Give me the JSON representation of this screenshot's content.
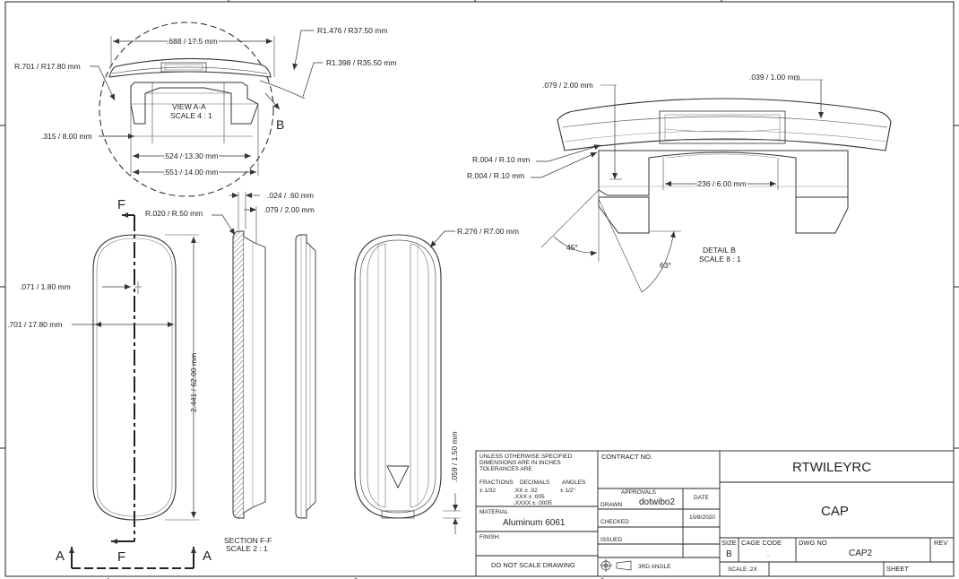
{
  "view_aa": {
    "title": "VIEW A-A",
    "scale": "SCALE 4 : 1",
    "dims": {
      "top_width": ".688 / 17.5 mm",
      "r_outer": "R1.476 / R37.50 mm",
      "r_inner": "R1.398 / R35.50 mm",
      "r_side": "R.701 / R17.80 mm",
      "height": ".315 / 8.00 mm",
      "inner_w": ".524 / 13.30 mm",
      "outer_w": ".551 / 14.00 mm"
    },
    "detail_label": "B"
  },
  "detail_b": {
    "title": "DETAIL  B",
    "scale": "SCALE 8 : 1",
    "dims": {
      "top": ".079 / 2.00 mm",
      "right": ".039 / 1.00 mm",
      "r1": "R.004 / R.10 mm",
      "r2": "R.004 / R.10 mm",
      "width": ".236 / 6.00 mm",
      "angle1": "45°",
      "angle2": "63°"
    }
  },
  "plan": {
    "section_letter": "F",
    "view_letter": "A",
    "dims": {
      "d071": ".071 / 1.80 mm",
      "d701": ".701 / 17.80 mm",
      "length": "2.441 / 62.00 mm"
    }
  },
  "section_ff": {
    "title": "SECTION F-F",
    "scale": "SCALE 2 : 1",
    "dims": {
      "r020": "R.020 / R.50 mm",
      "d024": ".024 / .60 mm",
      "d079": ".079 / 2.00 mm"
    }
  },
  "top_view": {
    "dims": {
      "r276": "R.276 / R7.00 mm",
      "d059": ".059 / 1.50 mm"
    }
  },
  "title_block": {
    "tolerance_lines": [
      "UNLESS OTHERWISE SPECIFIED",
      "DIMENSIONS ARE IN INCHES",
      "TOLERANCES ARE"
    ],
    "tol_headers": [
      "FRACTIONS",
      "DECIMALS",
      "ANGLES"
    ],
    "tol_fraction": "± 1/32",
    "tol_decimals": [
      ".XX ± .02",
      ".XXX ± .005",
      ".XXXX ± .0005"
    ],
    "tol_angle": "± 1/2°",
    "material_label": "MATERIAL",
    "material": "Aluminum 6061",
    "finish_label": "FINISH:",
    "do_not_scale": "DO NOT SCALE DRAWING",
    "contract_label": "CONTRACT NO.",
    "approvals_label": "APPROVALS",
    "date_label": "DATE",
    "drawn_label": "DRAWN",
    "drawn_by": "dotwibo2",
    "drawn_date": "10/8/2020",
    "checked_label": "CHECKED",
    "issued_label": "ISSUED",
    "projection": "3RD ANGLE",
    "company": "RTWILEYRC",
    "part_title": "CAP",
    "size_label": "SIZE",
    "size": "B",
    "cage_label": "CAGE CODE",
    "cage_value": ".",
    "dwg_label": "DWG NO",
    "dwg_no": "CAP2",
    "rev_label": "REV",
    "scale_label": "SCALE :2X",
    "sheet_label": "SHEET"
  },
  "border": {
    "zones_bottom": [
      "4",
      "3",
      "2"
    ]
  }
}
